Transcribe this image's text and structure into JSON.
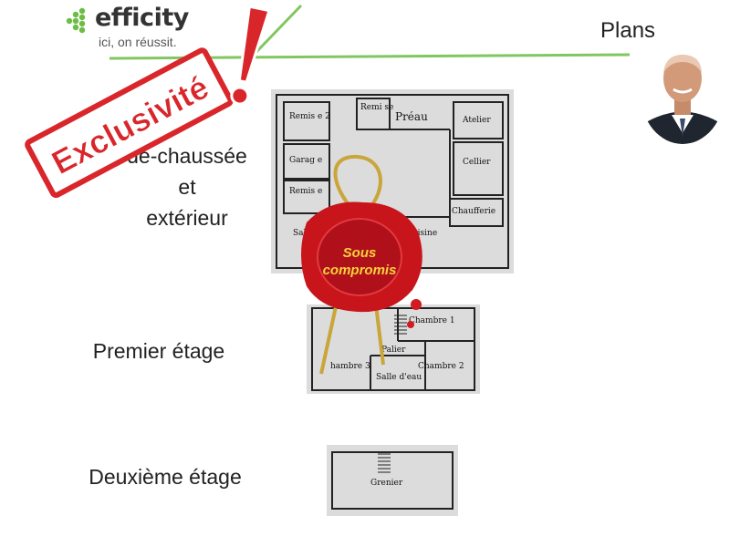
{
  "header": {
    "brand": "efficity",
    "tagline": "ici, on réussit.",
    "page_title": "Plans"
  },
  "labels": {
    "ground_line1": "de-chaussée",
    "ground_line2": "et",
    "ground_line3": "extérieur",
    "first_floor": "Premier étage",
    "second_floor": "Deuxième étage"
  },
  "ground_plan_rooms": {
    "remise2": "Remis e 2",
    "remise": "Remi se",
    "preau": "Préau",
    "atelier": "Atelier",
    "garage": "Garag e",
    "cellier": "Cellier",
    "remise3": "Remis e",
    "chaufferie": "Chaufferie",
    "salle": "Sal",
    "cuisine": "Cuisine"
  },
  "first_plan_rooms": {
    "chambre1": "Chambre 1",
    "palier": "Palier",
    "chambre3": "hambre 3",
    "chambre2": "Chambre 2",
    "salle_eau": "Salle d'eau"
  },
  "second_plan_rooms": {
    "grenier": "Grenier"
  },
  "stamp": {
    "text": "Exclusivité",
    "color": "#d9262a"
  },
  "seal": {
    "line1": "Sous",
    "line2": "compromis",
    "color": "#c8141b",
    "text_color": "#f6d23a"
  },
  "colors": {
    "brand_green": "#6cbd45",
    "plan_bg": "#dcdcdc"
  }
}
